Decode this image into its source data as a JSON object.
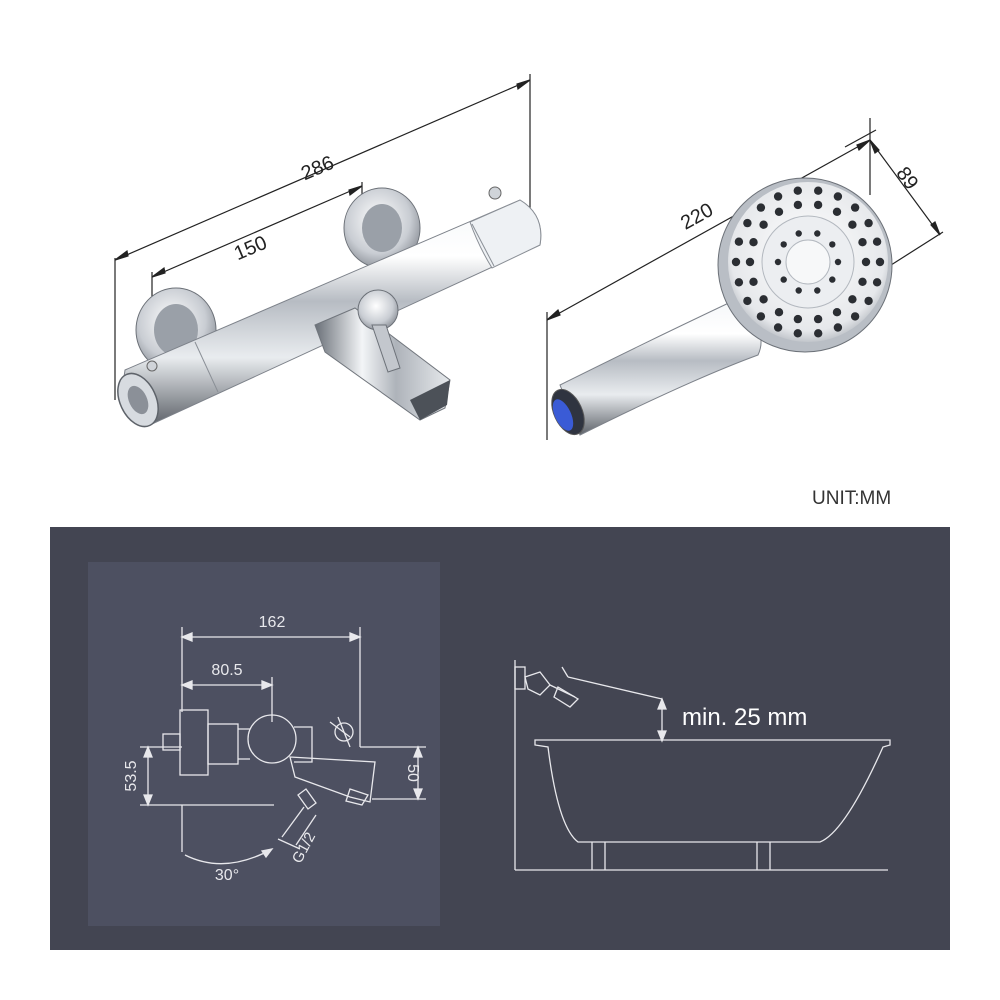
{
  "product": {
    "valve_dims": {
      "overall_width": "286",
      "center_distance": "150"
    },
    "handshower_dims": {
      "length": "220",
      "head_diameter": "89"
    }
  },
  "unit_label": "UNIT:MM",
  "tech": {
    "side_view": {
      "depth": "162",
      "depth_to_center": "80.5",
      "height_left": "53.5",
      "height_right": "50",
      "thread": "G1/2",
      "angle": "30°"
    },
    "install": {
      "clearance": "min. 25 mm"
    }
  },
  "colors": {
    "panel_bg": "#434552",
    "inner_panel_bg": "#4d5061",
    "line": "#e8e8ec",
    "chrome_dark": "#5a5f66",
    "chrome_light": "#f4f6f8",
    "nozzle": "#2b2e33",
    "connector_blue": "#3a5bd6"
  },
  "icons": [
    "thermostatic-bath-mixer-icon",
    "hand-shower-icon",
    "bathtub-icon"
  ]
}
